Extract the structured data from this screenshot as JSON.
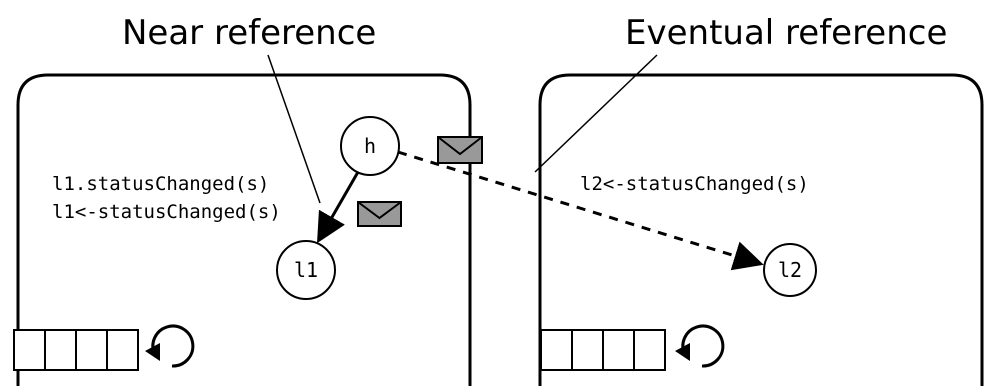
{
  "labels": {
    "near_reference": "Near reference",
    "eventual_reference": "Eventual reference"
  },
  "left_vat": {
    "code_line_1": "l1.statusChanged(s)",
    "code_line_2": "l1<-statusChanged(s)",
    "node_h": "h",
    "node_l1": "l1"
  },
  "right_vat": {
    "code_line_1": "l2<-statusChanged(s)",
    "node_l2": "l2"
  },
  "icons": {
    "message": "envelope-icon",
    "event_loop": "circular-arrow-icon",
    "queue": "message-queue-icon"
  },
  "colors": {
    "envelope_fill": "#999999",
    "stroke": "#000000"
  }
}
